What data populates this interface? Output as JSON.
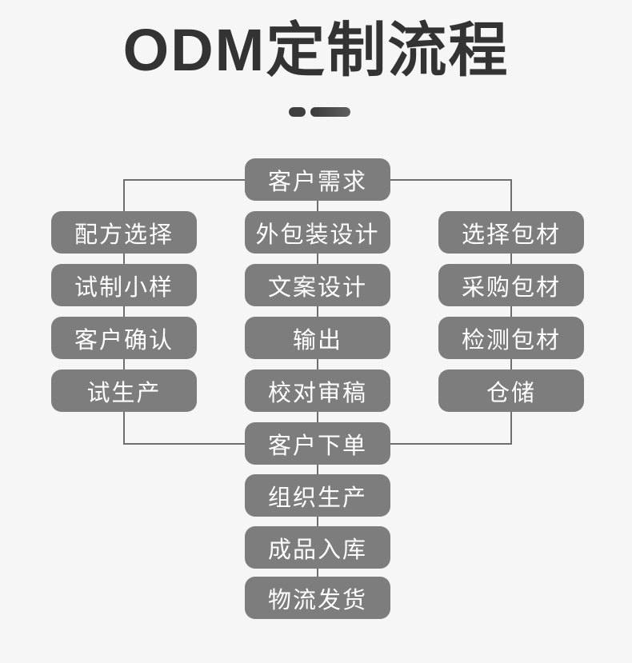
{
  "title": "ODM定制流程",
  "colors": {
    "background": "#f6f6f6",
    "node_fill": "#7d7d7d",
    "node_text": "#ffffff",
    "connector": "#6e6e6e",
    "title_color": "#333333",
    "divider_color": "#3f3f3f"
  },
  "flow": {
    "start": "客户需求",
    "left_column": [
      "配方选择",
      "试制小样",
      "客户确认",
      "试生产"
    ],
    "middle_column": [
      "外包装设计",
      "文案设计",
      "输出",
      "校对审稿"
    ],
    "right_column": [
      "选择包材",
      "采购包材",
      "检测包材",
      "仓储"
    ],
    "bottom_sequence": [
      "客户下单",
      "组织生产",
      "成品入库",
      "物流发货"
    ]
  }
}
